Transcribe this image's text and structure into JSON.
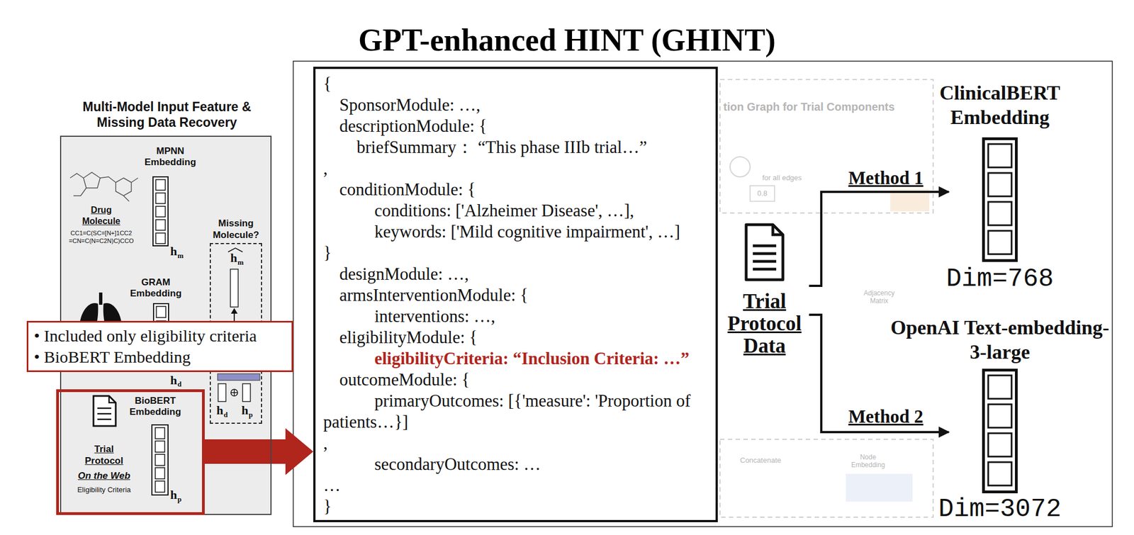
{
  "diagram": {
    "title": "GPT-enhanced HINT (GHINT)",
    "nodes": [
      {
        "text": [
          "Multi-Model Input Feature & Missing Data Recovery"
        ]
      },
      {
        "text": [
          "Missing Molecule?"
        ],
        "in": 0
      },
      {
        "text": [
          "• Included only eligibility criteria",
          "• BioBERT Embedding"
        ]
      },
      {
        "text": [
          "BioBERT Embedding",
          "Trial Protocol",
          "On the Web",
          "Eligibility Criteria"
        ],
        "in": 0
      },
      {
        "text": [
          "{",
          "SponsorModule: …,",
          "descriptionModule: {",
          "briefSummary： “This phase IIIb trial…”",
          ",",
          "conditionModule: {",
          "conditions: ['Alzheimer Disease', …],",
          "keywords: ['Mild cognitive impairment', …]",
          "}",
          "designModule: …,",
          "armsInterventionModule: {",
          "interventions: …,",
          "eligibilityModule: {",
          "eligibilityCriteria: “Inclusion Criteria: …”",
          "outcomeModule: {",
          "primaryOutcomes: [{'measure': 'Proportion of patients…}]",
          ",",
          "secondaryOutcomes: …",
          "…",
          "}"
        ]
      },
      {
        "text": [
          "Trial Protocol Data"
        ]
      },
      {
        "text": [
          "ClinicalBERT Embedding",
          "Dim=768"
        ]
      },
      {
        "text": [
          "OpenAI Text-embedding-3-large",
          "Dim=3072"
        ]
      }
    ],
    "edges": [
      {
        "from": 3,
        "to": 4,
        "arrow": "to"
      },
      {
        "from": 5,
        "to": 6,
        "label": "Method 1",
        "arrow": "to"
      },
      {
        "from": 5,
        "to": 7,
        "label": "Method 2",
        "arrow": "to"
      }
    ],
    "labels": [
      "MPNN Embedding",
      "Drug Molecule",
      "CC1=C(SC=[N+]1CC2 =CN=C(N=C2N)C)CCO",
      "h",
      "m",
      "GRAM Embedding",
      "h",
      "d",
      "h",
      "m",
      "h",
      "d",
      "h",
      "p",
      "h",
      "p",
      "tion Graph for Trial Components",
      "for all edges",
      "0.8",
      "Adjacency Matrix",
      "Concatenate",
      "Node Embedding"
    ]
  }
}
